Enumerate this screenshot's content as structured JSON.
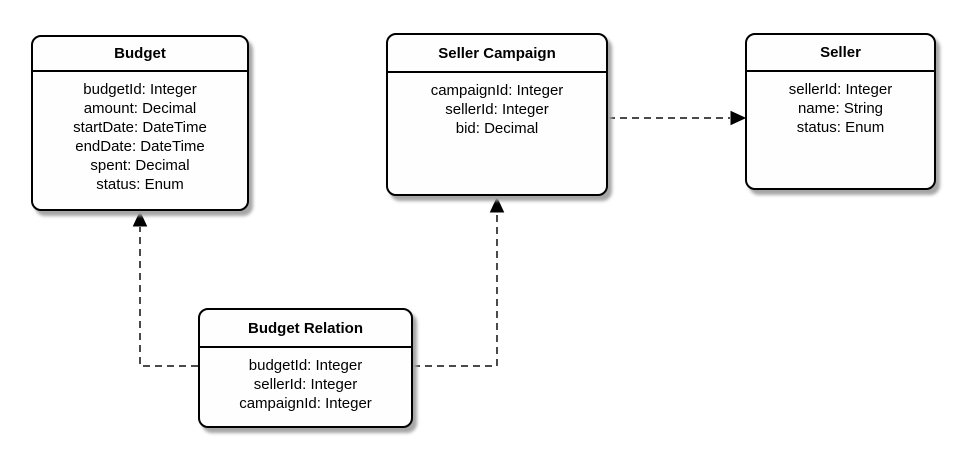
{
  "diagram": {
    "background": "#ffffff",
    "box_fill": "#fefefe",
    "stroke_color": "#000000",
    "connector_color": "#4a4a4a",
    "shadow_color": "#a6a6a6"
  },
  "entities": {
    "budget": {
      "title": "Budget",
      "fields": [
        "budgetId: Integer",
        "amount: Decimal",
        "startDate: DateTime",
        "endDate: DateTime",
        "spent: Decimal",
        "status: Enum"
      ]
    },
    "seller_campaign": {
      "title": "Seller Campaign",
      "fields": [
        "campaignId: Integer",
        "sellerId: Integer",
        "bid: Decimal"
      ]
    },
    "seller": {
      "title": "Seller",
      "fields": [
        "sellerId: Integer",
        "name: String",
        "status: Enum"
      ]
    },
    "budget_relation": {
      "title": "Budget Relation",
      "fields": [
        "budgetId: Integer",
        "sellerId: Integer",
        "campaignId: Integer"
      ]
    }
  },
  "connectors": [
    {
      "from": "Budget Relation",
      "to": "Budget",
      "line": "dashed",
      "arrow": "filled-triangle"
    },
    {
      "from": "Budget Relation",
      "to": "Seller Campaign",
      "line": "dashed",
      "arrow": "filled-triangle"
    },
    {
      "from": "Seller Campaign",
      "to": "Seller",
      "line": "dashed",
      "arrow": "filled-triangle"
    }
  ]
}
